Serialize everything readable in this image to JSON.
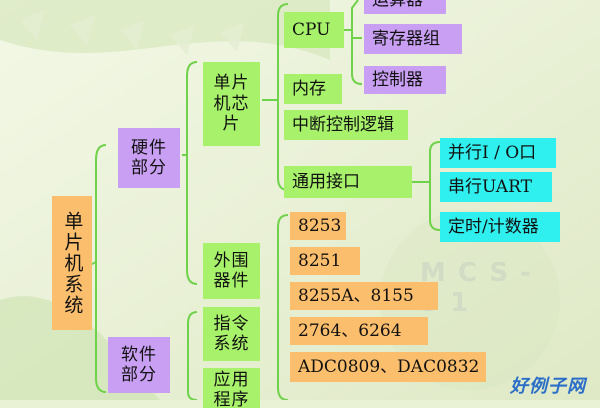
{
  "root": {
    "label": "单片机系统"
  },
  "hardware": {
    "label": "硬件部分"
  },
  "software": {
    "label": "软件部分"
  },
  "mcu": {
    "label": "单片机芯片"
  },
  "peripheral": {
    "label": "外围器件"
  },
  "instructions": {
    "label": "指令系统"
  },
  "application": {
    "label": "应用程序"
  },
  "cpu": {
    "label": "CPU",
    "children": [
      "运算器",
      "寄存器组",
      "控制器"
    ]
  },
  "memory": {
    "label": "内存"
  },
  "interrupt": {
    "label": "中断控制逻辑"
  },
  "interface": {
    "label": "通用接口",
    "children": [
      "并行I / O口",
      "串行UART",
      "定时/计数器"
    ]
  },
  "chips": [
    "8253",
    "8251",
    "8255A、8155",
    "2764、6264",
    "ADC0809、DAC0832"
  ],
  "watermark": {
    "chip": "MCS-51",
    "logo": "好例子网"
  },
  "colors": {
    "orange": "#fbbe6c",
    "purple": "#c99ff3",
    "green": "#a7f26a",
    "cyan": "#2ff0ee",
    "bracket": "#6fd24a"
  }
}
